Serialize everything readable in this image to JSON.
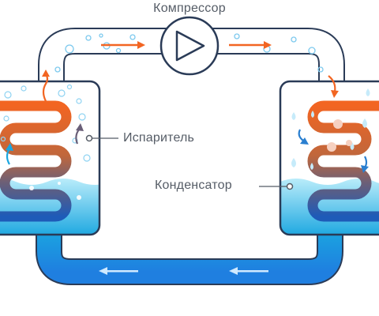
{
  "labels": {
    "compressor": "Компрессор",
    "evaporator": "Испаритель",
    "condenser": "Конденсатор"
  },
  "colors": {
    "hot": "#f26522",
    "warm": "#c0673c",
    "mid": "#7a6470",
    "cold": "#1e5bb8",
    "liquid_top": "#aee8f8",
    "liquid_bottom": "#1aa6e0",
    "pipe_liquid": "#1f86e0",
    "pipe_outline": "#2a3b57"
  },
  "icons": {
    "compressor": "triangle-play-icon"
  }
}
